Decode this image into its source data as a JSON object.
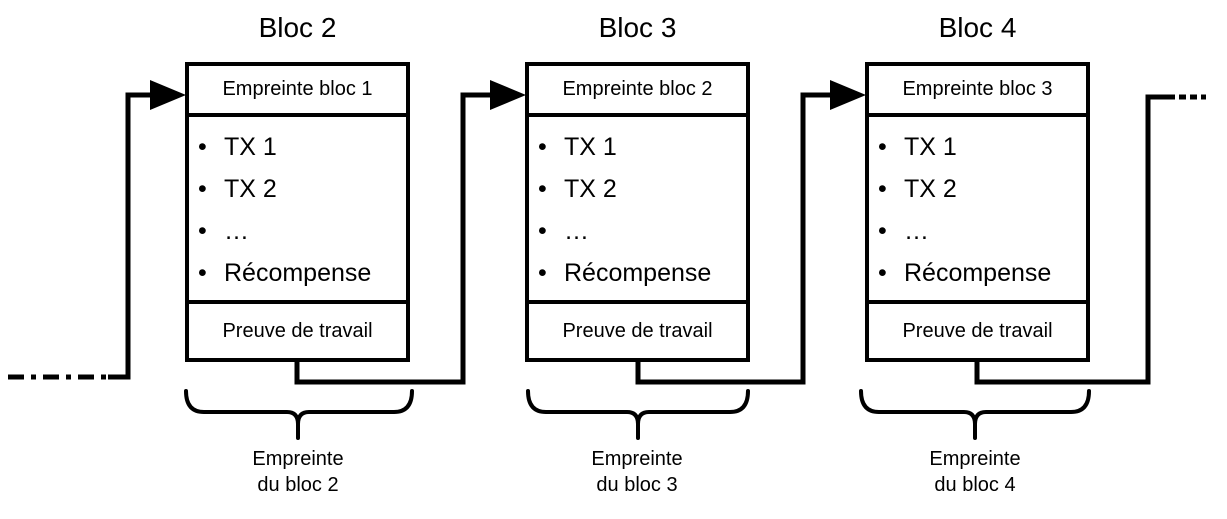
{
  "colors": {
    "line": "#000000",
    "background": "#ffffff",
    "text": "#000000"
  },
  "bullet_glyph": "•",
  "blocks": [
    {
      "title": "Bloc 2",
      "header_label": "Empreinte bloc 1",
      "transactions": [
        "TX 1",
        "TX 2",
        "…",
        "Récompense"
      ],
      "footer_label": "Preuve de travail",
      "brace_label_line1": "Empreinte",
      "brace_label_line2": "du bloc 2"
    },
    {
      "title": "Bloc 3",
      "header_label": "Empreinte bloc 2",
      "transactions": [
        "TX 1",
        "TX 2",
        "…",
        "Récompense"
      ],
      "footer_label": "Preuve de travail",
      "brace_label_line1": "Empreinte",
      "brace_label_line2": "du bloc 3"
    },
    {
      "title": "Bloc 4",
      "header_label": "Empreinte bloc 3",
      "transactions": [
        "TX 1",
        "TX 2",
        "…",
        "Récompense"
      ],
      "footer_label": "Preuve de travail",
      "brace_label_line1": "Empreinte",
      "brace_label_line2": "du bloc 4"
    }
  ]
}
